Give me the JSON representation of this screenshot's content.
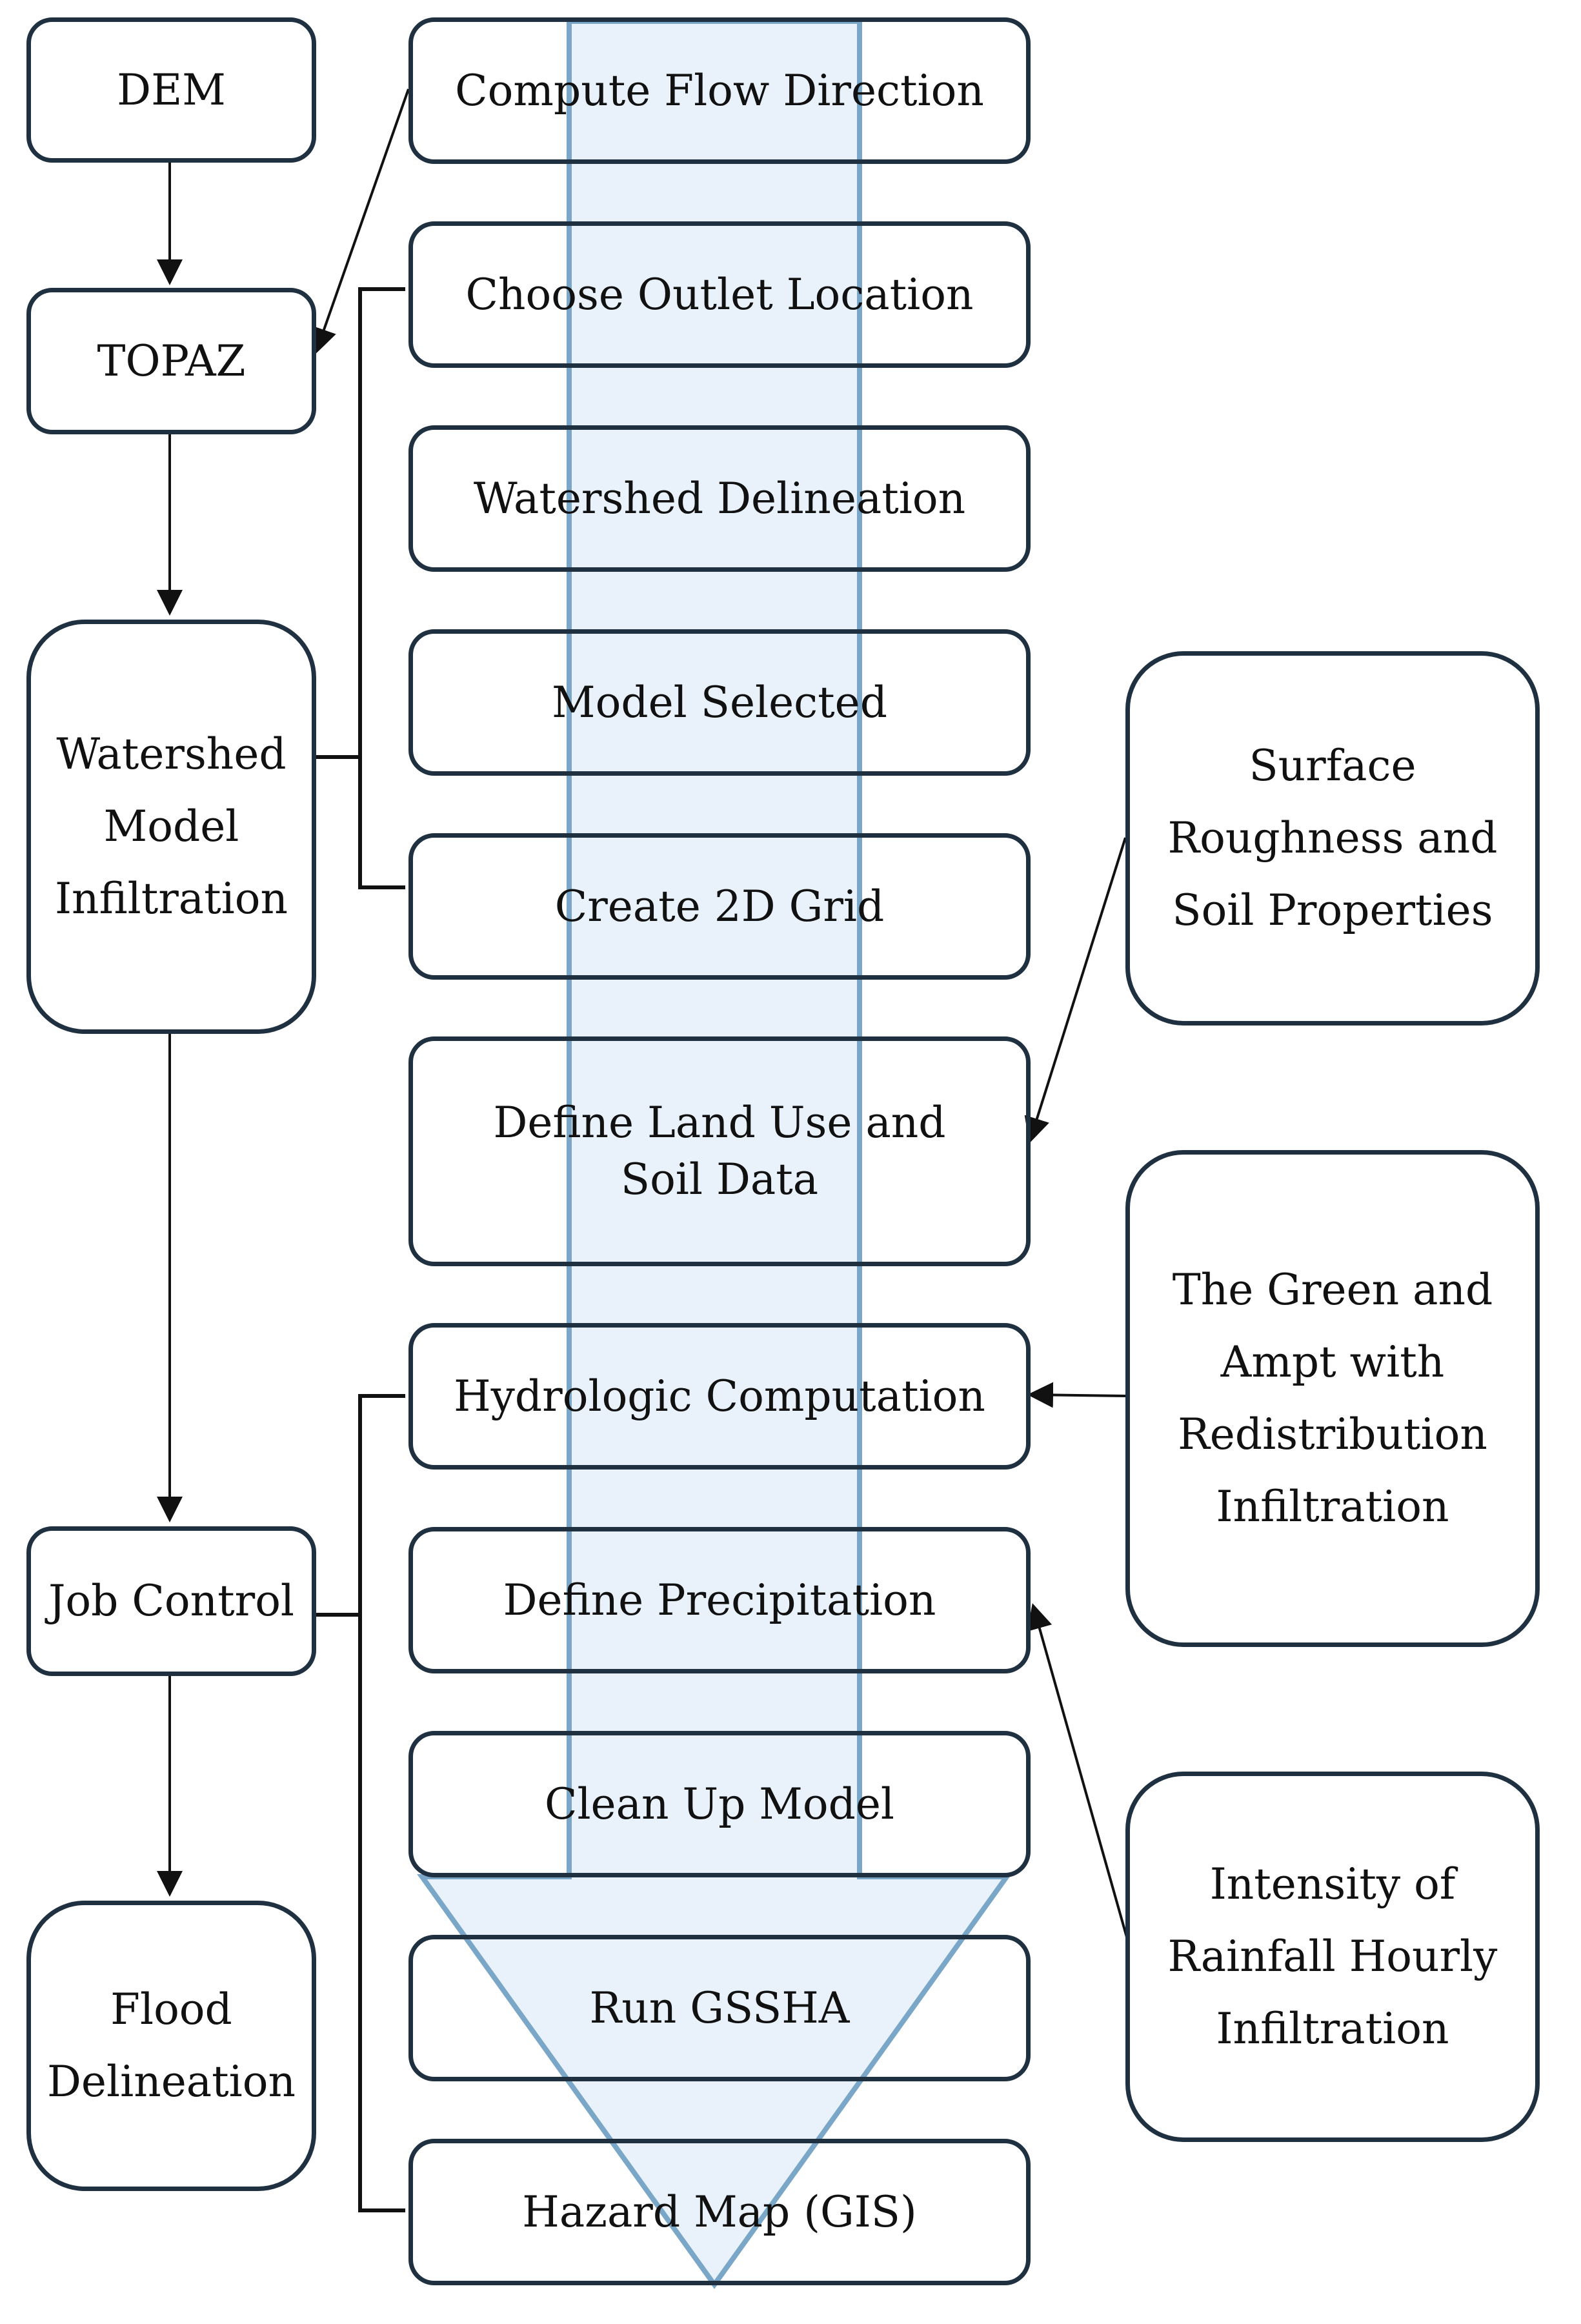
{
  "colors": {
    "stroke": "#1f3040",
    "flow_arrow_fill": "#e9f2fb",
    "flow_arrow_edge": "#7aa7c7"
  },
  "left_column": {
    "dem": "DEM",
    "topaz": "TOPAZ",
    "watershed": "Watershed\nModel\nInfiltration",
    "job_control": "Job Control",
    "flood": "Flood\nDelineation"
  },
  "middle_column": {
    "step1": "Compute  Flow  Direction",
    "step2": "Choose  Outlet  Location",
    "step3": "Watershed  Delineation",
    "step4": "Model  Selected",
    "step5": "Create  2D  Grid",
    "step6": "Define  Land  Use  and\nSoil  Data",
    "step7": "Hydrologic  Computation",
    "step8": "Define  Precipitation",
    "step9": "Clean  Up  Model",
    "step10": "Run  GSSHA",
    "step11": "Hazard  Map  (GIS)"
  },
  "right_column": {
    "roughness": "Surface\nRoughness  and\nSoil  Properties",
    "green_ampt": "The  Green  and\nAmpt  with\nRedistribution\nInfiltration",
    "rainfall": "Intensity  of\nRainfall  Hourly\nInfiltration"
  }
}
